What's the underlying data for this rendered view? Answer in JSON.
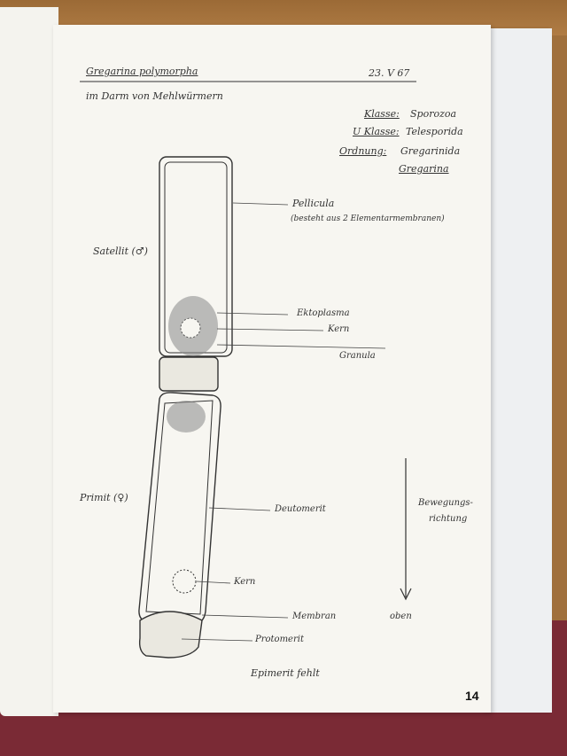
{
  "header": {
    "title": "Gregarina polymorpha",
    "date": "23. V 67",
    "subtitle": "im Darm von Mehlwürmern"
  },
  "taxonomy": [
    {
      "label": "Klasse:",
      "value": "Sporozoa"
    },
    {
      "label": "U Klasse:",
      "value": "Telesporida"
    },
    {
      "label": "Ordnung:",
      "value": "Gregarinida"
    }
  ],
  "genus": "Gregarina",
  "labels": {
    "pellicula": "Pellicula",
    "pellicula_note": "(besteht aus 2 Elementarmembranen)",
    "ektoplasma": "Ektoplasma",
    "kern_top": "Kern",
    "granula": "Granula",
    "satellit": "Satellit (♂)",
    "primit": "Primit (♀)",
    "deutomerit": "Deutomerit",
    "kern_bottom": "Kern",
    "membran": "Membran",
    "protomerit": "Protomerit",
    "epimerit": "Epimerit fehlt",
    "direction": "Bewegungs-",
    "direction2": "richtung",
    "oben": "oben"
  },
  "page_number": "14"
}
